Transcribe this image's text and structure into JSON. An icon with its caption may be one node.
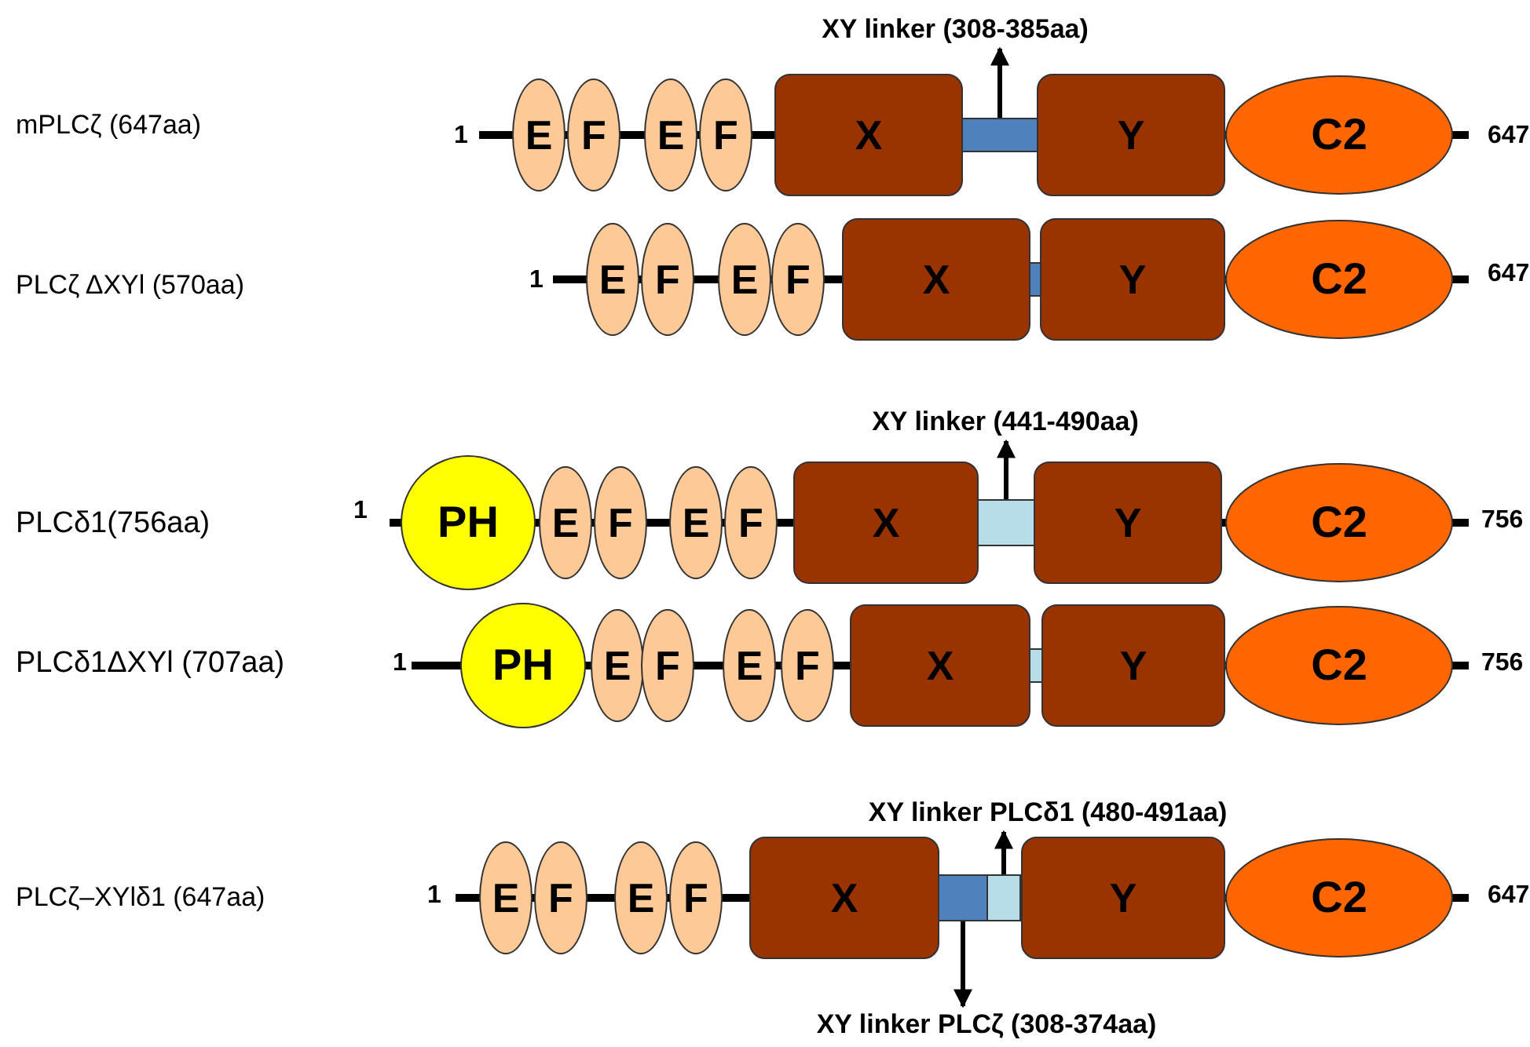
{
  "diagram": {
    "nodes": [
      {
        "text": [
          "E"
        ]
      },
      {
        "text": [
          "F"
        ]
      },
      {
        "text": [
          "E"
        ]
      },
      {
        "text": [
          "F"
        ]
      },
      {
        "text": [
          "X"
        ]
      },
      {
        "text": [],
        "shape": "bar"
      },
      {
        "text": [
          "Y"
        ]
      },
      {
        "text": [
          "C2"
        ]
      },
      {
        "text": [
          "XY linker (308-385aa)"
        ]
      },
      {
        "text": [
          "E"
        ]
      },
      {
        "text": [
          "F"
        ]
      },
      {
        "text": [
          "E"
        ]
      },
      {
        "text": [
          "F"
        ]
      },
      {
        "text": [
          "X"
        ]
      },
      {
        "text": [],
        "shape": "bar"
      },
      {
        "text": [
          "Y"
        ]
      },
      {
        "text": [
          "C2"
        ]
      },
      {
        "text": [
          "PH"
        ]
      },
      {
        "text": [
          "E"
        ]
      },
      {
        "text": [
          "F"
        ]
      },
      {
        "text": [
          "E"
        ]
      },
      {
        "text": [
          "F"
        ]
      },
      {
        "text": [
          "X"
        ]
      },
      {
        "text": [],
        "shape": "bar"
      },
      {
        "text": [
          "Y"
        ]
      },
      {
        "text": [
          "C2"
        ]
      },
      {
        "text": [
          "XY linker (441-490aa)"
        ]
      },
      {
        "text": [
          "PH"
        ]
      },
      {
        "text": [
          "E"
        ]
      },
      {
        "text": [
          "F"
        ]
      },
      {
        "text": [
          "E"
        ]
      },
      {
        "text": [
          "F"
        ]
      },
      {
        "text": [
          "X"
        ]
      },
      {
        "text": [],
        "shape": "bar"
      },
      {
        "text": [
          "Y"
        ]
      },
      {
        "text": [
          "C2"
        ]
      },
      {
        "text": [
          "E"
        ]
      },
      {
        "text": [
          "F"
        ]
      },
      {
        "text": [
          "E"
        ]
      },
      {
        "text": [
          "F"
        ]
      },
      {
        "text": [
          "X"
        ]
      },
      {
        "text": [],
        "shape": "bar"
      },
      {
        "text": [],
        "shape": "bar"
      },
      {
        "text": [
          "Y"
        ]
      },
      {
        "text": [
          "C2"
        ]
      },
      {
        "text": [
          "XY linker PLCδ1 (480-491aa)"
        ]
      },
      {
        "text": [
          "XY linker PLCζ (308-374aa)"
        ]
      }
    ],
    "edges": [
      {
        "from": 5,
        "to": 8,
        "arrow": "to"
      },
      {
        "from": 23,
        "to": 26,
        "arrow": "to"
      },
      {
        "from": 42,
        "to": 45,
        "arrow": "to"
      },
      {
        "from": 41,
        "to": 46,
        "arrow": "to"
      }
    ],
    "labels": [
      "mPLCζ (647aa)",
      "1",
      "647",
      "PLCζ ΔXYl (570aa)",
      "1",
      "647",
      "PLCδ1(756aa)",
      "1",
      "756",
      "PLCδ1ΔXYl (707aa)",
      "1",
      "756",
      "PLCζ–XYlδ1 (647aa)",
      "1",
      "647"
    ]
  }
}
